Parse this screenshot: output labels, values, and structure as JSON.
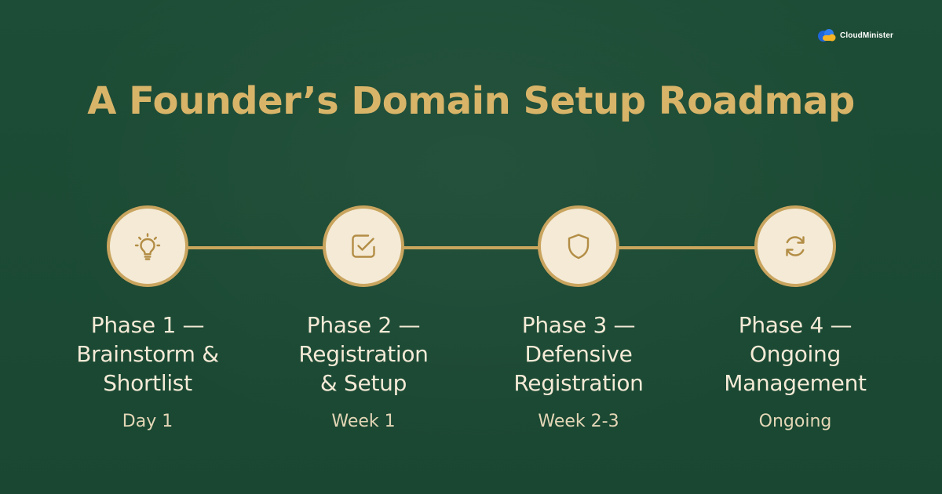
{
  "brand": {
    "name": "CloudMinister",
    "logo_icon": "cloud-logo-icon"
  },
  "title": "A Founder’s Domain Setup Roadmap",
  "colors": {
    "background": "#1b4a33",
    "accent_gold": "#d8b469",
    "circle_fill": "#f4ead6",
    "text_light": "#f4ead6"
  },
  "phases": [
    {
      "icon": "lightbulb-icon",
      "title_lines": [
        "Phase 1 —",
        "Brainstorm &",
        "Shortlist"
      ],
      "timing": "Day 1"
    },
    {
      "icon": "checkbox-icon",
      "title_lines": [
        "Phase 2 —",
        "Registration",
        "& Setup"
      ],
      "timing": "Week 1"
    },
    {
      "icon": "shield-icon",
      "title_lines": [
        "Phase 3 —",
        "Defensive",
        "Registration"
      ],
      "timing": "Week 2-3"
    },
    {
      "icon": "refresh-icon",
      "title_lines": [
        "Phase 4 —",
        "Ongoing",
        "Management"
      ],
      "timing": "Ongoing"
    }
  ]
}
